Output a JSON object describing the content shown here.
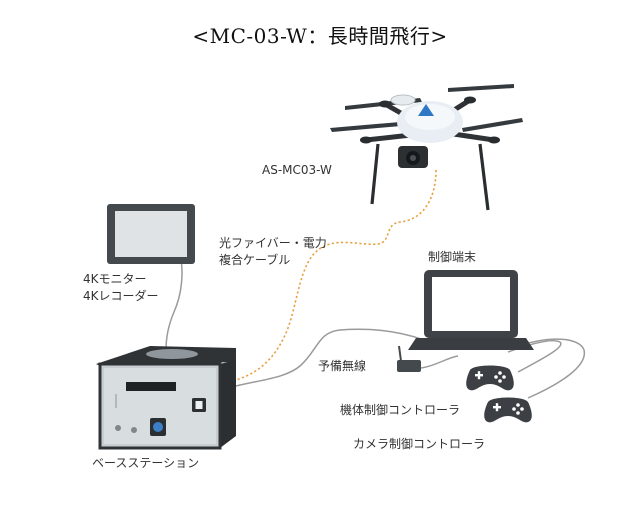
{
  "title": "<MC-03-W：長時間飛行>",
  "labels": {
    "drone": "AS-MC03-W",
    "cable_line1": "光ファイバー・電力",
    "cable_line2": "複合ケーブル",
    "monitor_line1": "4Kモニター",
    "monitor_line2": "4Kレコーダー",
    "terminal": "制御端末",
    "radio": "予備無線",
    "body_controller": "機体制御コントローラ",
    "camera_controller": "カメラ制御コントローラ",
    "base_station": "ベースステーション"
  },
  "colors": {
    "cable_fiber": "#e9a040",
    "cable_gray": "#9a9a9a",
    "device_dark": "#3f4347",
    "screen": "#dfe3e6",
    "drone_body": "#e8eef3",
    "drone_accent": "#2e77c5"
  },
  "icons": [
    "drone-image",
    "monitor-image",
    "laptop-image",
    "radio-image",
    "gamepad-image",
    "base-station-image"
  ]
}
